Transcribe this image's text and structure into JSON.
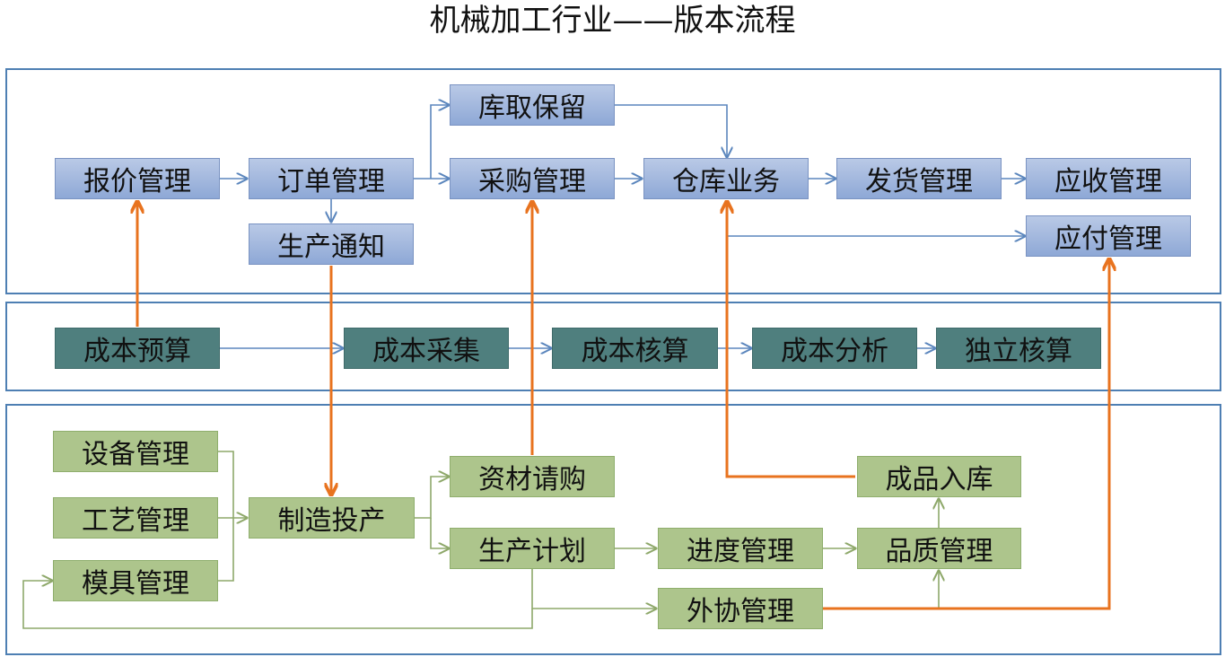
{
  "title": "机械加工行业——版本流程",
  "top": {
    "quote": "报价管理",
    "order": "订单管理",
    "reserve": "库取保留",
    "purchase": "采购管理",
    "warehouse": "仓库业务",
    "delivery": "发货管理",
    "receivable": "应收管理",
    "production_notice": "生产通知",
    "payable": "应付管理"
  },
  "middle": {
    "budget": "成本预算",
    "collect": "成本采集",
    "accounting": "成本核算",
    "analysis": "成本分析",
    "independent": "独立核算"
  },
  "bottom": {
    "equipment": "设备管理",
    "process": "工艺管理",
    "mold": "模具管理",
    "manufacture": "制造投产",
    "material_request": "资材请购",
    "plan": "生产计划",
    "progress": "进度管理",
    "outsourcing": "外协管理",
    "quality": "品质管理",
    "finished_storage": "成品入库"
  },
  "colors": {
    "panel_border": "#4e7fb3",
    "blue_box": "#9fb6de",
    "teal_box": "#4f7f7e",
    "green_box": "#adc58c",
    "orange_arrow": "#e8731f",
    "blue_line": "#5b86bd",
    "green_line": "#8ea86a"
  }
}
